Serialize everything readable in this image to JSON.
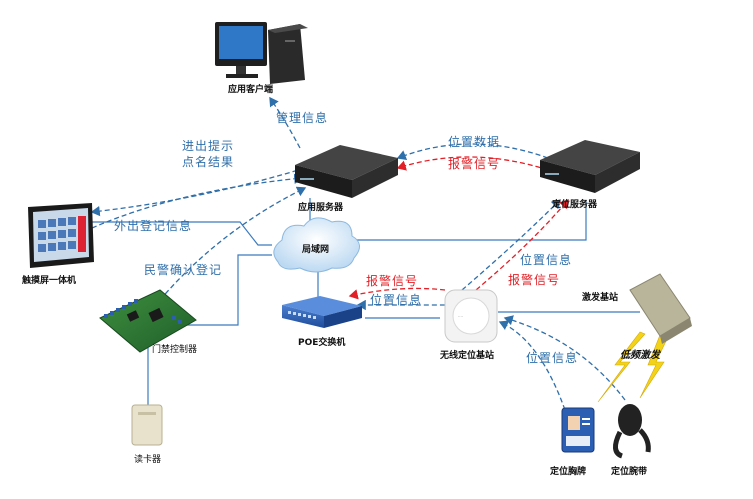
{
  "nodes": {
    "app_client": "应用客户端",
    "app_server": "应用服务器",
    "positioning_server": "定位服务器",
    "touchscreen": "触摸屏一体机",
    "lan": "局域网",
    "door_controller": "门禁控制器",
    "poe_switch": "POE交换机",
    "wireless_base": "无线定位基站",
    "trigger_station": "激发基站",
    "card_reader": "读卡器",
    "badge": "定位胸牌",
    "wristband": "定位腕带"
  },
  "edges": {
    "management_info": "管理信息",
    "entry_exit_hint": "进出提示",
    "roll_call_result": "点名结果",
    "position_data": "位置数据",
    "alarm_signal_top": "报警信号",
    "outing_register": "外出登记信息",
    "police_confirm": "民警确认登记",
    "position_info_right": "位置信息",
    "alarm_signal_right": "报警信号",
    "alarm_signal_mid": "报警信号",
    "position_info_mid": "位置信息",
    "position_info_low": "位置信息",
    "low_freq_trigger": "低频激发"
  },
  "colors": {
    "blue_line": "#2f6faa",
    "red_line": "#e21f26",
    "solid_line": "#3a7bbf"
  }
}
